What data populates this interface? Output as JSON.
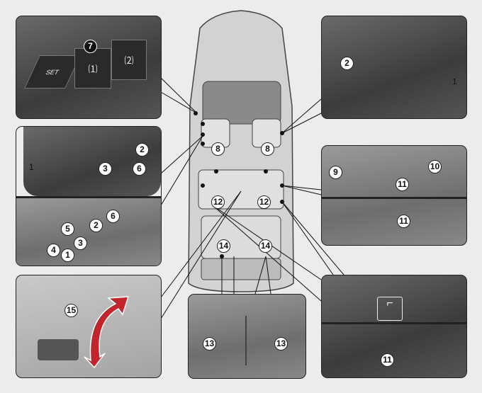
{
  "figure": {
    "memory_buttons": {
      "set_label": "SET",
      "button1_icon": "seat-memory-1-icon",
      "button2_icon": "seat-memory-2-icon"
    },
    "callouts": {
      "memory": "7",
      "front_right_seat": [
        "2",
        "1"
      ],
      "front_left_seat": [
        "2",
        "1",
        "3",
        "6"
      ],
      "seat_switch": [
        "5",
        "2",
        "6",
        "3",
        "4",
        "1"
      ],
      "car_front": [
        "8",
        "8"
      ],
      "car_second_row": [
        "12",
        "12"
      ],
      "car_third_row": [
        "14",
        "14"
      ],
      "right_mid_panel": [
        "9",
        "10",
        "11",
        "11"
      ],
      "armrest": "15",
      "cargo": [
        "13",
        "13"
      ],
      "bottom_right": "11"
    },
    "colors": {
      "accent_arrow": "#c0262b",
      "background": "#ececec"
    }
  }
}
